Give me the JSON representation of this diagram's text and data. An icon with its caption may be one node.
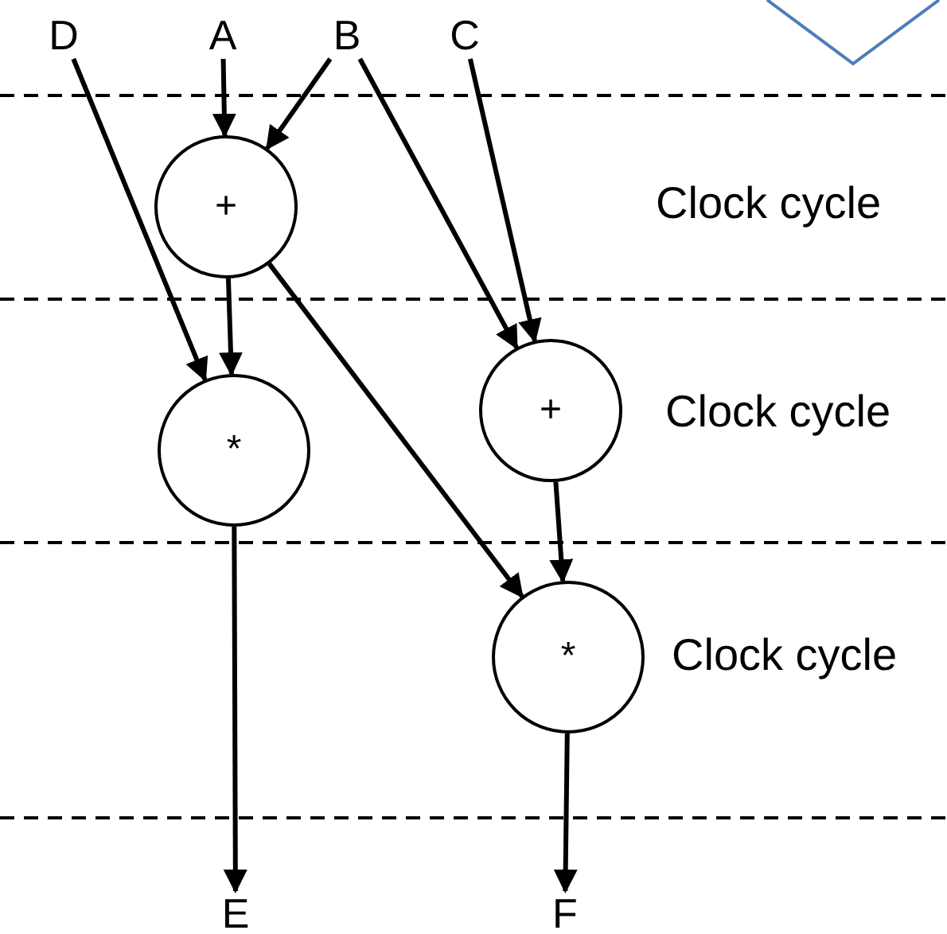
{
  "diagram": {
    "nodes": [
      {
        "text": [
          "D"
        ]
      },
      {
        "text": [
          "A"
        ]
      },
      {
        "text": [
          "B"
        ]
      },
      {
        "text": [
          "C"
        ]
      },
      {
        "text": [
          "+"
        ]
      },
      {
        "text": [
          "*"
        ]
      },
      {
        "text": [
          "+"
        ]
      },
      {
        "text": [
          "*"
        ]
      },
      {
        "text": [
          "E"
        ]
      },
      {
        "text": [
          "F"
        ]
      }
    ],
    "edges": [
      {
        "from": 1,
        "to": 4,
        "arrow": "to"
      },
      {
        "from": 2,
        "to": 4,
        "arrow": "to"
      },
      {
        "from": 2,
        "to": 6,
        "arrow": "to"
      },
      {
        "from": 3,
        "to": 6,
        "arrow": "to"
      },
      {
        "from": 0,
        "to": 5,
        "arrow": "to"
      },
      {
        "from": 4,
        "to": 5,
        "arrow": "to"
      },
      {
        "from": 4,
        "to": 7,
        "arrow": "to"
      },
      {
        "from": 6,
        "to": 7,
        "arrow": "to"
      },
      {
        "from": 5,
        "to": 8,
        "arrow": "to"
      },
      {
        "from": 7,
        "to": 9,
        "arrow": "to"
      }
    ],
    "labels": [
      "Clock cycle",
      "Clock cycle",
      "Clock cycle"
    ]
  }
}
